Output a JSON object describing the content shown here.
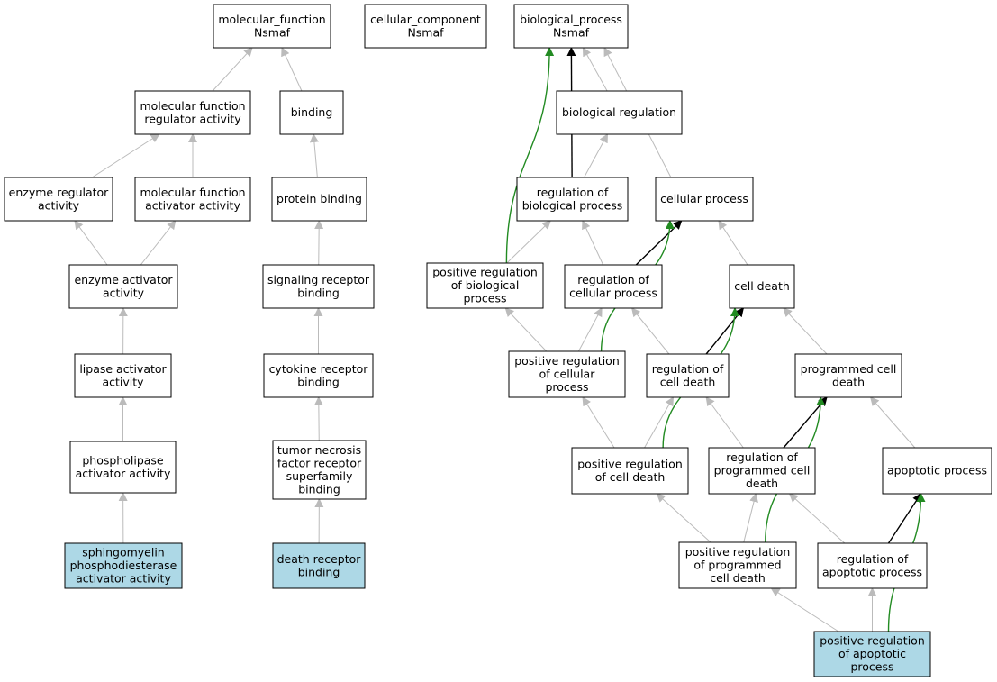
{
  "colors": {
    "default_fill": "#ffffff",
    "highlight_fill": "#add8e6",
    "edge_gray": "#bbbbbb",
    "edge_black": "#000000",
    "edge_green": "#228b22"
  },
  "nodes": {
    "mf_root": {
      "lines": [
        "molecular_function",
        "Nsmaf"
      ],
      "highlight": false
    },
    "cc_root": {
      "lines": [
        "cellular_component",
        "Nsmaf"
      ],
      "highlight": false
    },
    "bp_root": {
      "lines": [
        "biological_process",
        "Nsmaf"
      ],
      "highlight": false
    },
    "mf_reg": {
      "lines": [
        "molecular function",
        "regulator activity"
      ],
      "highlight": false
    },
    "binding": {
      "lines": [
        "binding"
      ],
      "highlight": false
    },
    "bio_reg": {
      "lines": [
        "biological regulation"
      ],
      "highlight": false
    },
    "enz_reg": {
      "lines": [
        "enzyme regulator",
        "activity"
      ],
      "highlight": false
    },
    "mf_act": {
      "lines": [
        "molecular function",
        "activator activity"
      ],
      "highlight": false
    },
    "prot_bind": {
      "lines": [
        "protein binding"
      ],
      "highlight": false
    },
    "reg_bio": {
      "lines": [
        "regulation of",
        "biological process"
      ],
      "highlight": false
    },
    "cell_proc": {
      "lines": [
        "cellular process"
      ],
      "highlight": false
    },
    "enz_act": {
      "lines": [
        "enzyme activator",
        "activity"
      ],
      "highlight": false
    },
    "sig_rec": {
      "lines": [
        "signaling receptor",
        "binding"
      ],
      "highlight": false
    },
    "pos_reg_bio": {
      "lines": [
        "positive regulation",
        "of biological",
        "process"
      ],
      "highlight": false
    },
    "reg_cell": {
      "lines": [
        "regulation of",
        "cellular process"
      ],
      "highlight": false
    },
    "cell_death": {
      "lines": [
        "cell death"
      ],
      "highlight": false
    },
    "lip_act": {
      "lines": [
        "lipase activator",
        "activity"
      ],
      "highlight": false
    },
    "cyt_rec": {
      "lines": [
        "cytokine receptor",
        "binding"
      ],
      "highlight": false
    },
    "pos_reg_cell": {
      "lines": [
        "positive regulation",
        "of cellular",
        "process"
      ],
      "highlight": false
    },
    "reg_cd": {
      "lines": [
        "regulation of",
        "cell death"
      ],
      "highlight": false
    },
    "pcd": {
      "lines": [
        "programmed cell",
        "death"
      ],
      "highlight": false
    },
    "phos_act": {
      "lines": [
        "phospholipase",
        "activator activity"
      ],
      "highlight": false
    },
    "tnf": {
      "lines": [
        "tumor necrosis",
        "factor receptor",
        "superfamily",
        "binding"
      ],
      "highlight": false
    },
    "pos_reg_cd": {
      "lines": [
        "positive regulation",
        "of cell death"
      ],
      "highlight": false
    },
    "reg_pcd": {
      "lines": [
        "regulation of",
        "programmed cell",
        "death"
      ],
      "highlight": false
    },
    "apop": {
      "lines": [
        "apoptotic process"
      ],
      "highlight": false
    },
    "sph": {
      "lines": [
        "sphingomyelin",
        "phosphodiesterase",
        "activator activity"
      ],
      "highlight": true
    },
    "drb": {
      "lines": [
        "death receptor",
        "binding"
      ],
      "highlight": true
    },
    "pos_reg_pcd": {
      "lines": [
        "positive regulation",
        "of programmed",
        "cell death"
      ],
      "highlight": false
    },
    "reg_apop": {
      "lines": [
        "regulation of",
        "apoptotic process"
      ],
      "highlight": false
    },
    "pos_reg_apop": {
      "lines": [
        "positive regulation",
        "of apoptotic",
        "process"
      ],
      "highlight": true
    }
  },
  "edges": [
    {
      "from": "mf_reg",
      "to": "mf_root",
      "type": "gray"
    },
    {
      "from": "binding",
      "to": "mf_root",
      "type": "gray"
    },
    {
      "from": "enz_reg",
      "to": "mf_reg",
      "type": "gray"
    },
    {
      "from": "mf_act",
      "to": "mf_reg",
      "type": "gray"
    },
    {
      "from": "prot_bind",
      "to": "binding",
      "type": "gray"
    },
    {
      "from": "enz_act",
      "to": "enz_reg",
      "type": "gray"
    },
    {
      "from": "enz_act",
      "to": "mf_act",
      "type": "gray"
    },
    {
      "from": "sig_rec",
      "to": "prot_bind",
      "type": "gray"
    },
    {
      "from": "lip_act",
      "to": "enz_act",
      "type": "gray"
    },
    {
      "from": "cyt_rec",
      "to": "sig_rec",
      "type": "gray"
    },
    {
      "from": "phos_act",
      "to": "lip_act",
      "type": "gray"
    },
    {
      "from": "tnf",
      "to": "cyt_rec",
      "type": "gray"
    },
    {
      "from": "sph",
      "to": "phos_act",
      "type": "gray"
    },
    {
      "from": "drb",
      "to": "tnf",
      "type": "gray"
    },
    {
      "from": "bio_reg",
      "to": "bp_root",
      "type": "gray"
    },
    {
      "from": "cell_proc",
      "to": "bp_root",
      "type": "gray"
    },
    {
      "from": "reg_bio",
      "to": "bp_root",
      "type": "black"
    },
    {
      "from": "pos_reg_bio",
      "to": "bp_root",
      "type": "green"
    },
    {
      "from": "reg_bio",
      "to": "bio_reg",
      "type": "gray"
    },
    {
      "from": "pos_reg_bio",
      "to": "reg_bio",
      "type": "gray"
    },
    {
      "from": "reg_cell",
      "to": "reg_bio",
      "type": "gray"
    },
    {
      "from": "reg_cell",
      "to": "cell_proc",
      "type": "black"
    },
    {
      "from": "pos_reg_cell",
      "to": "cell_proc",
      "type": "green"
    },
    {
      "from": "cell_death",
      "to": "cell_proc",
      "type": "gray"
    },
    {
      "from": "pos_reg_cell",
      "to": "pos_reg_bio",
      "type": "gray"
    },
    {
      "from": "pos_reg_cell",
      "to": "reg_cell",
      "type": "gray"
    },
    {
      "from": "reg_cd",
      "to": "reg_cell",
      "type": "gray"
    },
    {
      "from": "reg_cd",
      "to": "cell_death",
      "type": "black"
    },
    {
      "from": "pos_reg_cd",
      "to": "cell_death",
      "type": "green"
    },
    {
      "from": "pcd",
      "to": "cell_death",
      "type": "gray"
    },
    {
      "from": "pos_reg_cd",
      "to": "pos_reg_cell",
      "type": "gray"
    },
    {
      "from": "pos_reg_cd",
      "to": "reg_cd",
      "type": "gray"
    },
    {
      "from": "reg_pcd",
      "to": "reg_cd",
      "type": "gray"
    },
    {
      "from": "reg_pcd",
      "to": "pcd",
      "type": "black"
    },
    {
      "from": "pos_reg_pcd",
      "to": "pcd",
      "type": "green"
    },
    {
      "from": "apop",
      "to": "pcd",
      "type": "gray"
    },
    {
      "from": "pos_reg_pcd",
      "to": "pos_reg_cd",
      "type": "gray"
    },
    {
      "from": "pos_reg_pcd",
      "to": "reg_pcd",
      "type": "gray"
    },
    {
      "from": "reg_apop",
      "to": "reg_pcd",
      "type": "gray"
    },
    {
      "from": "reg_apop",
      "to": "apop",
      "type": "black"
    },
    {
      "from": "pos_reg_apop",
      "to": "apop",
      "type": "green"
    },
    {
      "from": "pos_reg_apop",
      "to": "pos_reg_pcd",
      "type": "gray"
    },
    {
      "from": "pos_reg_apop",
      "to": "reg_apop",
      "type": "gray"
    }
  ]
}
